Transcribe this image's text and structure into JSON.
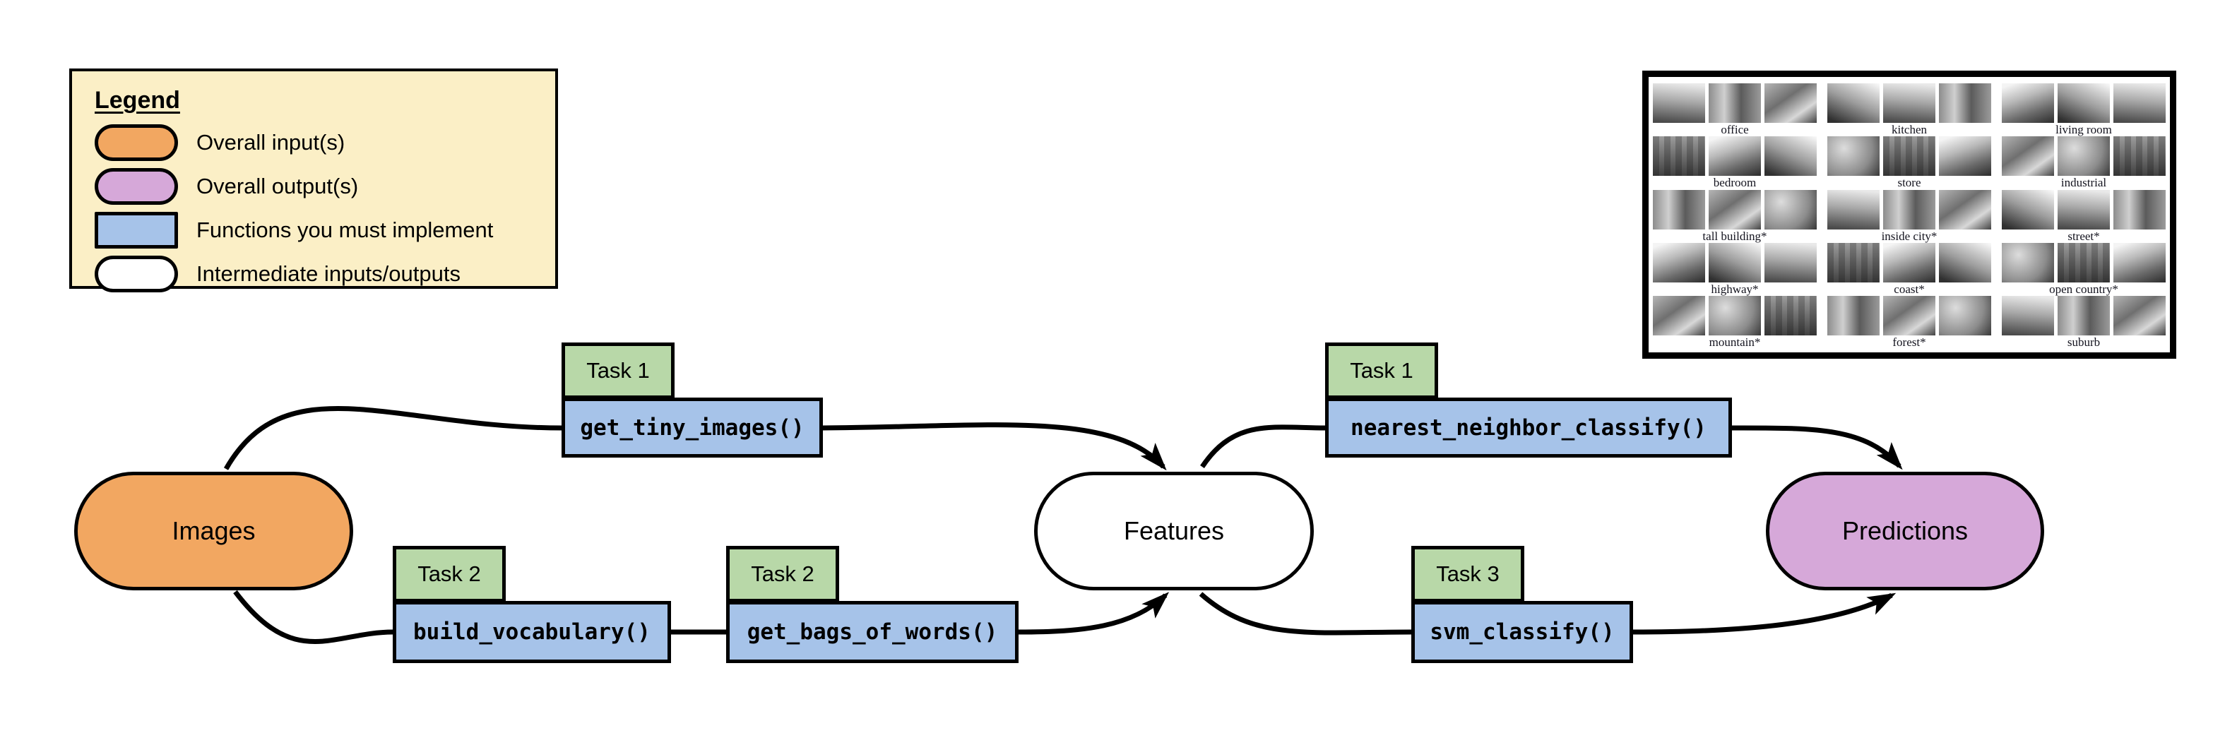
{
  "colors": {
    "overall_input": "#F2A761",
    "overall_output": "#D6A8D9",
    "function_box": "#A6C3E9",
    "task_tag": "#B8D8A8",
    "intermediate": "#FFFFFF",
    "legend_background": "#FBEFC6",
    "edge": "#000000"
  },
  "legend": {
    "title": "Legend",
    "items": [
      {
        "swatch": "orange-pill",
        "label": "Overall input(s)"
      },
      {
        "swatch": "purple-pill",
        "label": "Overall output(s)"
      },
      {
        "swatch": "blue-rect",
        "label": "Functions you must implement"
      },
      {
        "swatch": "white-pill",
        "label": "Intermediate inputs/outputs"
      }
    ]
  },
  "pipeline": {
    "nodes": {
      "input": {
        "label": "Images",
        "role": "overall-input"
      },
      "intermediate": {
        "label": "Features",
        "role": "intermediate"
      },
      "output": {
        "label": "Predictions",
        "role": "overall-output"
      }
    },
    "tasks": [
      {
        "tag": "Task 1",
        "function": "get_tiny_images()"
      },
      {
        "tag": "Task 2",
        "function": "build_vocabulary()"
      },
      {
        "tag": "Task 2",
        "function": "get_bags_of_words()"
      },
      {
        "tag": "Task 1",
        "function": "nearest_neighbor_classify()"
      },
      {
        "tag": "Task 3",
        "function": "svm_classify()"
      }
    ]
  },
  "scene_grid": {
    "thumbnails_per_category": 3,
    "categories_per_row": 3,
    "categories": [
      "office",
      "kitchen",
      "living room",
      "bedroom",
      "store",
      "industrial",
      "tall building*",
      "inside city*",
      "street*",
      "highway*",
      "coast*",
      "open country*",
      "mountain*",
      "forest*",
      "suburb"
    ]
  }
}
